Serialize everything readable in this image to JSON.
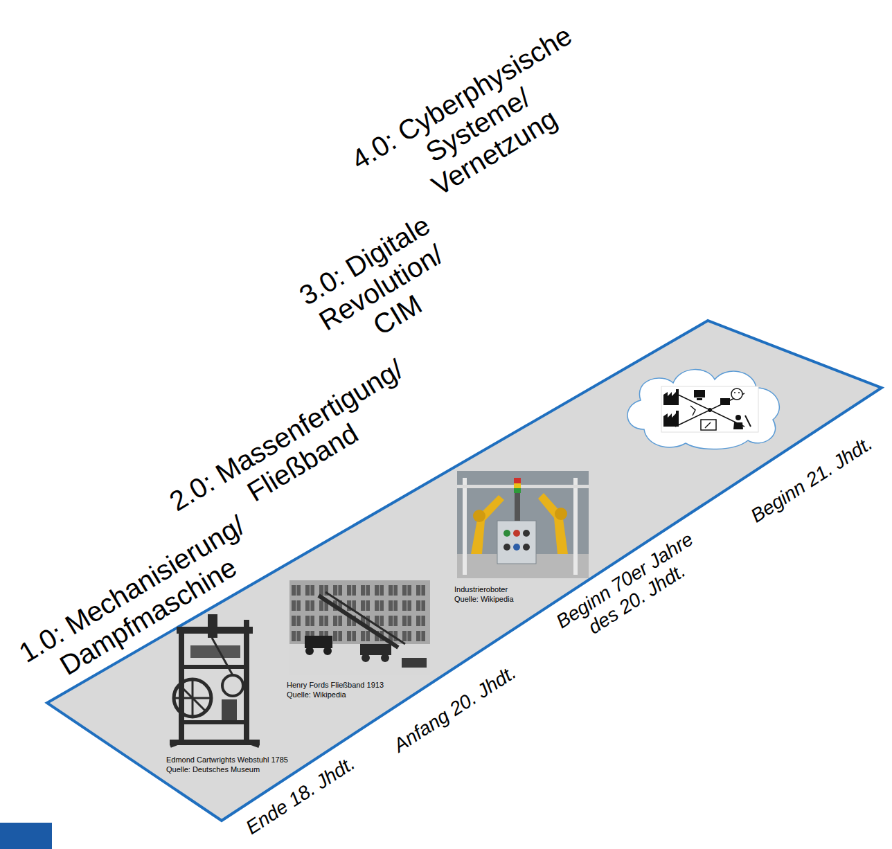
{
  "diagram": {
    "labels": [
      "1.0: Mechanisierung/ Dampfmaschine",
      "2.0: Massenfertigung/ Fließband",
      "3.0: Digitale Revolution/ CIM",
      "4.0: Cyberphysische Systeme/ Vernetzung",
      "Edmond Cartwrights Webstuhl 1785",
      "Quelle: Deutsches Museum",
      "Henry Fords Fließband 1913",
      "Quelle: Wikipedia",
      "Industrieroboter",
      "Quelle: Wikipedia",
      "Ende 18. Jhdt.",
      "Anfang 20. Jhdt.",
      "Beginn 70er Jahre des 20. Jhdt.",
      "Beginn 21. Jhdt."
    ]
  }
}
